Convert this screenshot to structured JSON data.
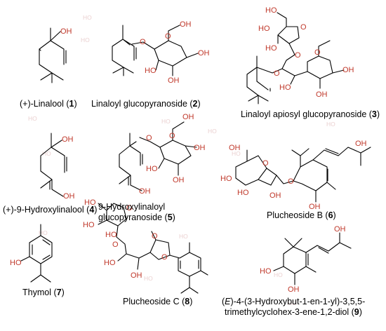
{
  "atom_labels": {
    "oh": "OH",
    "ho": "HO",
    "o": "O"
  },
  "watermark": "HO",
  "compounds": [
    {
      "id": "c1",
      "name": "(+)-Linalool",
      "number": "1"
    },
    {
      "id": "c2",
      "name": "Linaloyl glucopyranoside",
      "number": "2"
    },
    {
      "id": "c3",
      "name": "Linaloyl apiosyl glucopyranoside",
      "number": "3"
    },
    {
      "id": "c4",
      "name": "(+)-9-Hydroxylinalool",
      "number": "4"
    },
    {
      "id": "c5",
      "name_line1": "9-Hydroxylinaloyl",
      "name_line2": "glucopyranoside",
      "number": "5"
    },
    {
      "id": "c6",
      "name": "Plucheoside B",
      "number": "6"
    },
    {
      "id": "c7",
      "name": "Thymol",
      "number": "7"
    },
    {
      "id": "c8",
      "name": "Plucheoside C",
      "number": "8"
    },
    {
      "id": "c9",
      "prefix": "E",
      "name_line1": "-4-(3-Hydroxybut-1-en-1-yl)-3,5,5-",
      "name_line2": "trimethylcyclohex-3-ene-1,2-diol",
      "number": "9"
    }
  ],
  "colors": {
    "bond": "#000000",
    "oxygen": "#c0392b",
    "caption": "#000000"
  }
}
